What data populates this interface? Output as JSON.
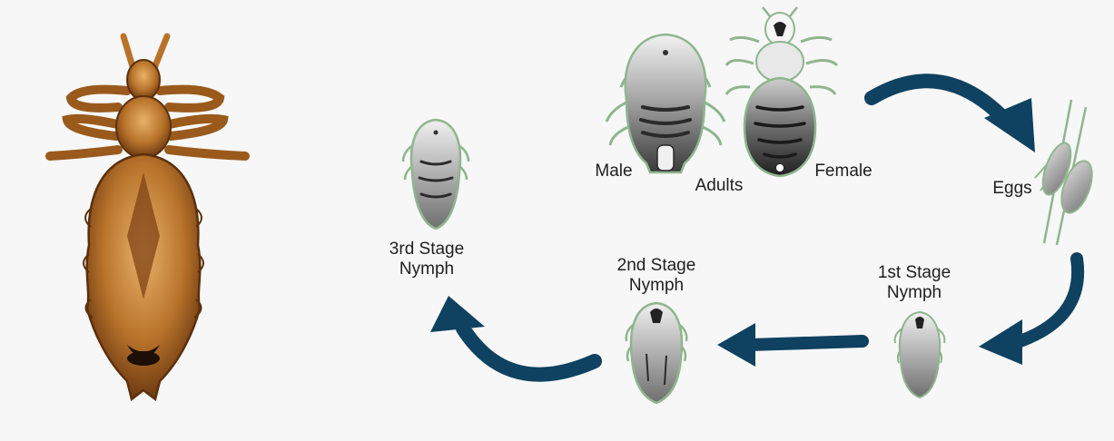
{
  "labels": {
    "male": "Male",
    "adults": "Adults",
    "female": "Female",
    "eggs": "Eggs",
    "first_stage": "1st Stage\nNymph",
    "second_stage": "2nd Stage\nNymph",
    "third_stage": "3rd Stage\nNymph"
  },
  "colors": {
    "arrow": "#0f4160",
    "outline": "#8fb58f",
    "louse_brown": "#b8732a"
  }
}
